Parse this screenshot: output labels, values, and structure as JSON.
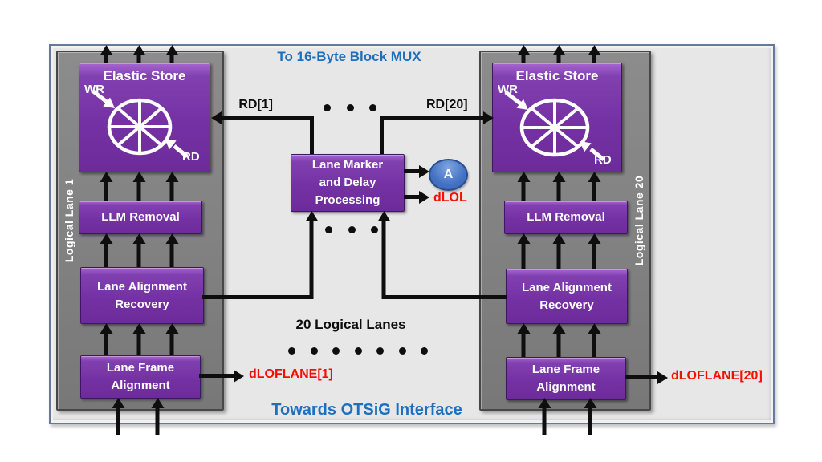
{
  "header": {
    "top_label": "To 16-Byte Block MUX"
  },
  "footer": {
    "bottom_label": "Towards OTSiG Interface"
  },
  "center": {
    "lanes_note": "20 Logical Lanes",
    "lane_marker": {
      "line1": "Lane Marker",
      "line2": "and Delay",
      "line3": "Processing"
    },
    "badge": "A",
    "dlol": "dLOL"
  },
  "lanes": [
    {
      "name": "Logical Lane 1",
      "elastic_store": "Elastic Store",
      "wr": "WR",
      "rd": "RD",
      "llm": "LLM Removal",
      "lar_line1": "Lane Alignment",
      "lar_line2": "Recovery",
      "lfa_line1": "Lane Frame",
      "lfa_line2": "Alignment",
      "rd_signal": "RD[1]",
      "dlof_signal": "dLOFLANE[1]"
    },
    {
      "name": "Logical Lane 20",
      "elastic_store": "Elastic Store",
      "wr": "WR",
      "rd": "RD",
      "llm": "LLM Removal",
      "lar_line1": "Lane Alignment",
      "lar_line2": "Recovery",
      "lfa_line1": "Lane Frame",
      "lfa_line2": "Alignment",
      "rd_signal": "RD[20]",
      "dlof_signal": "dLOFLANE[20]"
    }
  ],
  "colors": {
    "purple_block": "#7c36aa",
    "panel_gray": "#7f7f7f",
    "canvas_gray": "#e8e7e7",
    "title_blue": "#1e70bf",
    "alarm_red": "#f40f02",
    "badge_blue": "#4472c4",
    "arrow_black": "#0e0e0e"
  }
}
